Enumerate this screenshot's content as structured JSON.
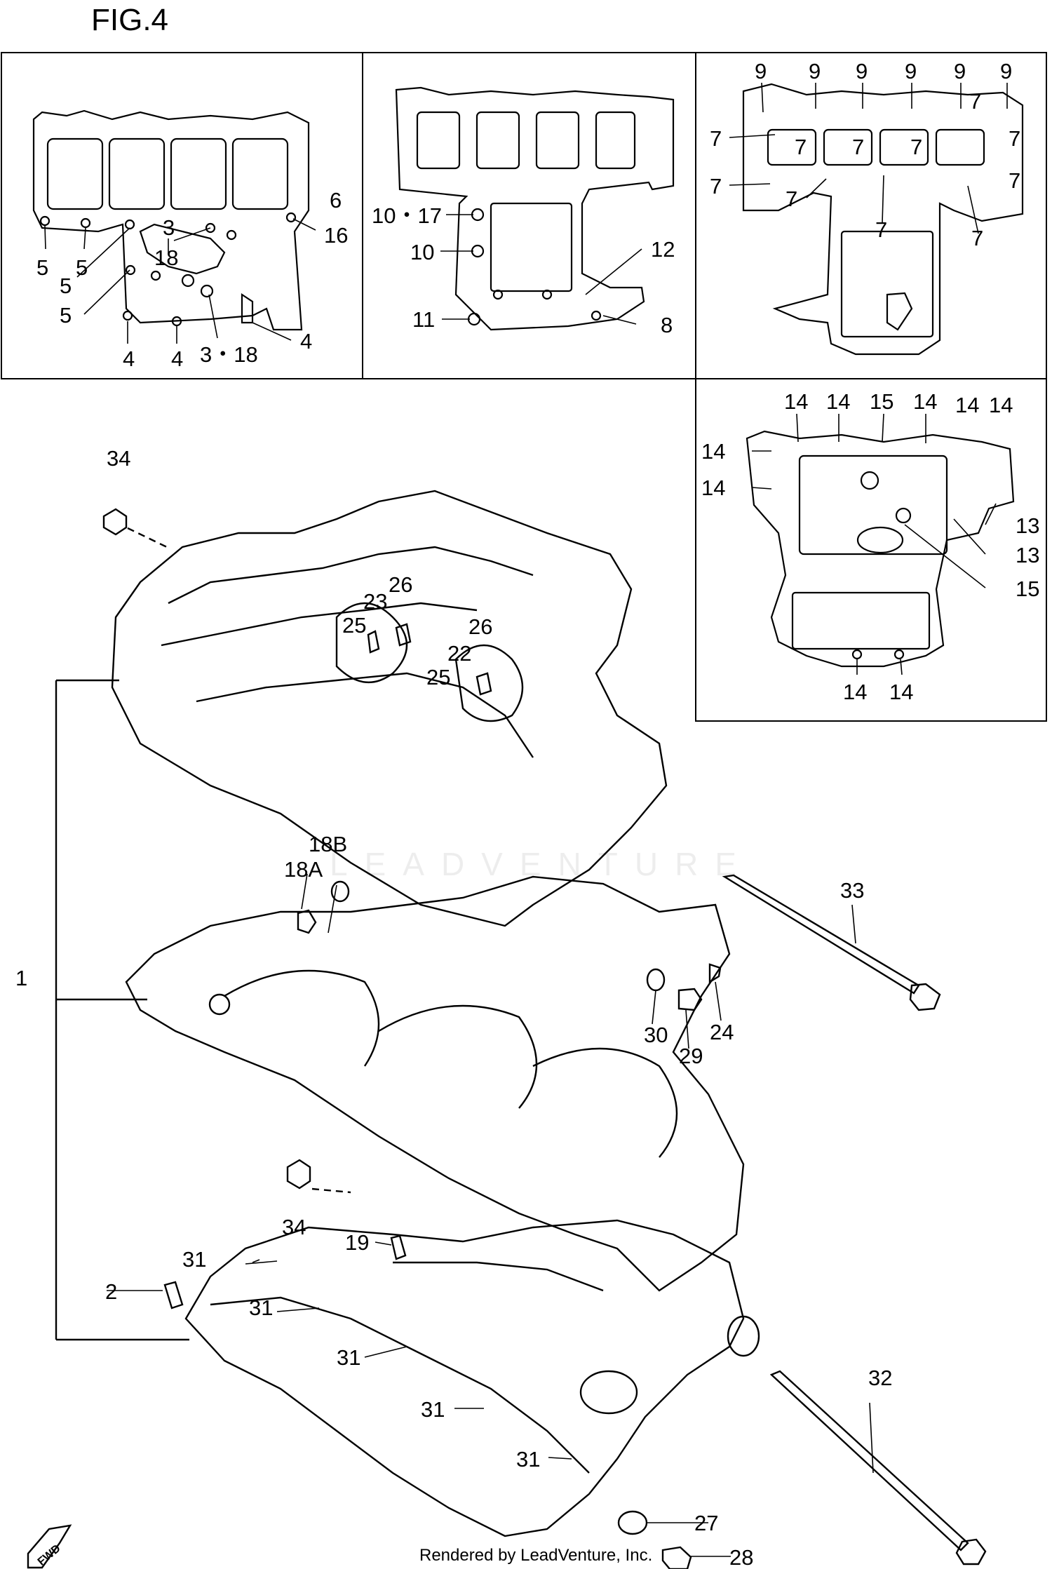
{
  "figure": {
    "title": "FIG.4",
    "footer": "Rendered by LeadVenture, Inc.",
    "watermark": "LEADVENTURE",
    "fwd": "FWD"
  },
  "callouts": {
    "panel1": [
      "5",
      "5",
      "5",
      "5",
      "3",
      "18",
      "6",
      "16",
      "4",
      "4",
      "3・18",
      "4"
    ],
    "panel2": [
      "10・17",
      "10",
      "11",
      "12",
      "8"
    ],
    "panel3": [
      "9",
      "9",
      "9",
      "9",
      "9",
      "9",
      "7",
      "7",
      "7",
      "7",
      "7",
      "7",
      "7",
      "7",
      "7",
      "7",
      "7"
    ],
    "panel4": [
      "14",
      "14",
      "15",
      "14",
      "14",
      "14",
      "14",
      "14",
      "13",
      "13",
      "15",
      "14",
      "14"
    ],
    "main": [
      "34",
      "26",
      "23",
      "25",
      "26",
      "22",
      "25",
      "18B",
      "18A",
      "1",
      "33",
      "30",
      "24",
      "29",
      "34",
      "19",
      "31",
      "2",
      "31",
      "31",
      "31",
      "31",
      "32",
      "27",
      "28"
    ]
  }
}
